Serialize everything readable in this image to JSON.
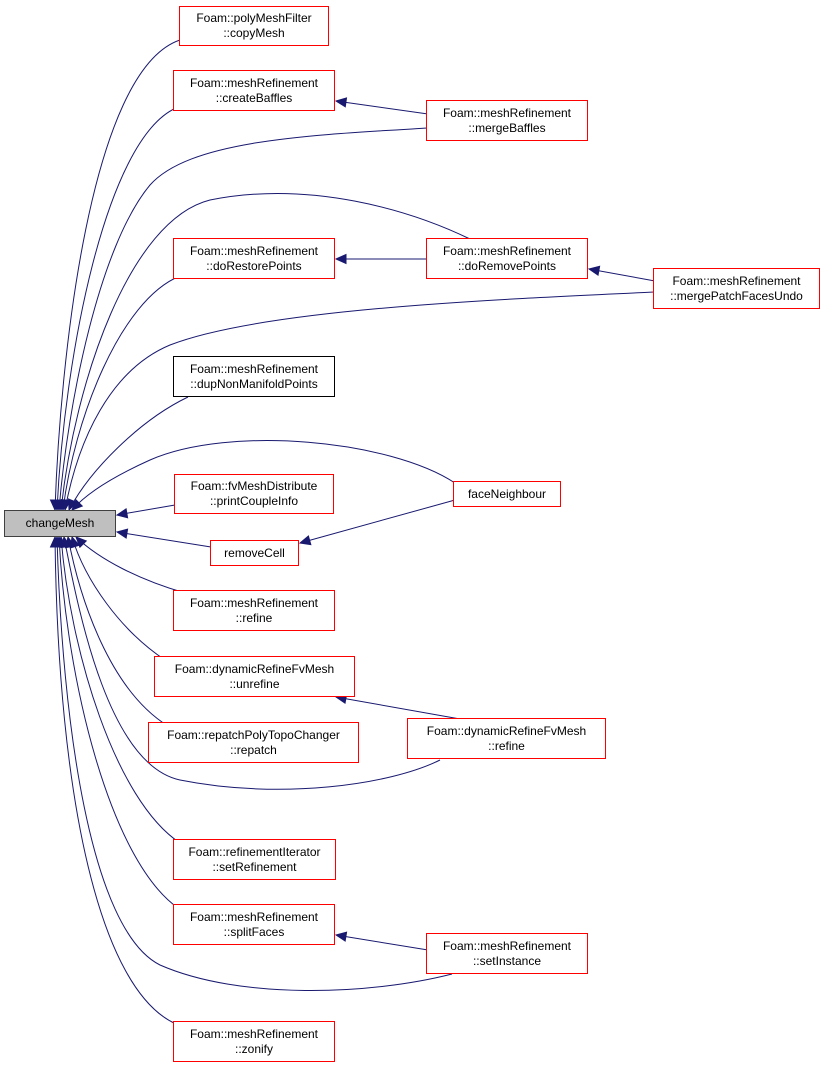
{
  "graph": {
    "edge_color": "#191970",
    "node_border_link": "#ff0000",
    "node_border_nolink": "#000000",
    "root_fill": "#bfbfbf",
    "nodes": {
      "changeMesh": {
        "lines": [
          "changeMesh"
        ]
      },
      "copyMesh": {
        "lines": [
          "Foam::polyMeshFilter",
          "::copyMesh"
        ]
      },
      "createBaffles": {
        "lines": [
          "Foam::meshRefinement",
          "::createBaffles"
        ]
      },
      "mergeBaffles": {
        "lines": [
          "Foam::meshRefinement",
          "::mergeBaffles"
        ]
      },
      "doRestorePoints": {
        "lines": [
          "Foam::meshRefinement",
          "::doRestorePoints"
        ]
      },
      "doRemovePoints": {
        "lines": [
          "Foam::meshRefinement",
          "::doRemovePoints"
        ]
      },
      "mergePatchFacesUndo": {
        "lines": [
          "Foam::meshRefinement",
          "::mergePatchFacesUndo"
        ]
      },
      "dupNonManifoldPoints": {
        "lines": [
          "Foam::meshRefinement",
          "::dupNonManifoldPoints"
        ]
      },
      "printCoupleInfo": {
        "lines": [
          "Foam::fvMeshDistribute",
          "::printCoupleInfo"
        ]
      },
      "faceNeighbour": {
        "lines": [
          "faceNeighbour"
        ]
      },
      "removeCell": {
        "lines": [
          "removeCell"
        ]
      },
      "refineMR": {
        "lines": [
          "Foam::meshRefinement",
          "::refine"
        ]
      },
      "unrefine": {
        "lines": [
          "Foam::dynamicRefineFvMesh",
          "::unrefine"
        ]
      },
      "repatch": {
        "lines": [
          "Foam::repatchPolyTopoChanger",
          "::repatch"
        ]
      },
      "refineDyn": {
        "lines": [
          "Foam::dynamicRefineFvMesh",
          "::refine"
        ]
      },
      "setRefinement": {
        "lines": [
          "Foam::refinementIterator",
          "::setRefinement"
        ]
      },
      "splitFaces": {
        "lines": [
          "Foam::meshRefinement",
          "::splitFaces"
        ]
      },
      "setInstance": {
        "lines": [
          "Foam::meshRefinement",
          "::setInstance"
        ]
      },
      "zonify": {
        "lines": [
          "Foam::meshRefinement",
          "::zonify"
        ]
      }
    },
    "edges": [
      {
        "from": "copyMesh",
        "to": "changeMesh"
      },
      {
        "from": "createBaffles",
        "to": "changeMesh"
      },
      {
        "from": "mergeBaffles",
        "to": "changeMesh"
      },
      {
        "from": "mergeBaffles",
        "to": "createBaffles"
      },
      {
        "from": "doRemovePoints",
        "to": "changeMesh"
      },
      {
        "from": "doRemovePoints",
        "to": "doRestorePoints"
      },
      {
        "from": "doRestorePoints",
        "to": "changeMesh"
      },
      {
        "from": "mergePatchFacesUndo",
        "to": "changeMesh"
      },
      {
        "from": "mergePatchFacesUndo",
        "to": "doRemovePoints"
      },
      {
        "from": "dupNonManifoldPoints",
        "to": "changeMesh"
      },
      {
        "from": "faceNeighbour",
        "to": "changeMesh"
      },
      {
        "from": "faceNeighbour",
        "to": "removeCell"
      },
      {
        "from": "printCoupleInfo",
        "to": "changeMesh"
      },
      {
        "from": "removeCell",
        "to": "changeMesh"
      },
      {
        "from": "refineMR",
        "to": "changeMesh"
      },
      {
        "from": "unrefine",
        "to": "changeMesh"
      },
      {
        "from": "refineDyn",
        "to": "changeMesh"
      },
      {
        "from": "refineDyn",
        "to": "unrefine"
      },
      {
        "from": "repatch",
        "to": "changeMesh"
      },
      {
        "from": "setRefinement",
        "to": "changeMesh"
      },
      {
        "from": "splitFaces",
        "to": "changeMesh"
      },
      {
        "from": "setInstance",
        "to": "changeMesh"
      },
      {
        "from": "setInstance",
        "to": "splitFaces"
      },
      {
        "from": "zonify",
        "to": "changeMesh"
      }
    ]
  }
}
